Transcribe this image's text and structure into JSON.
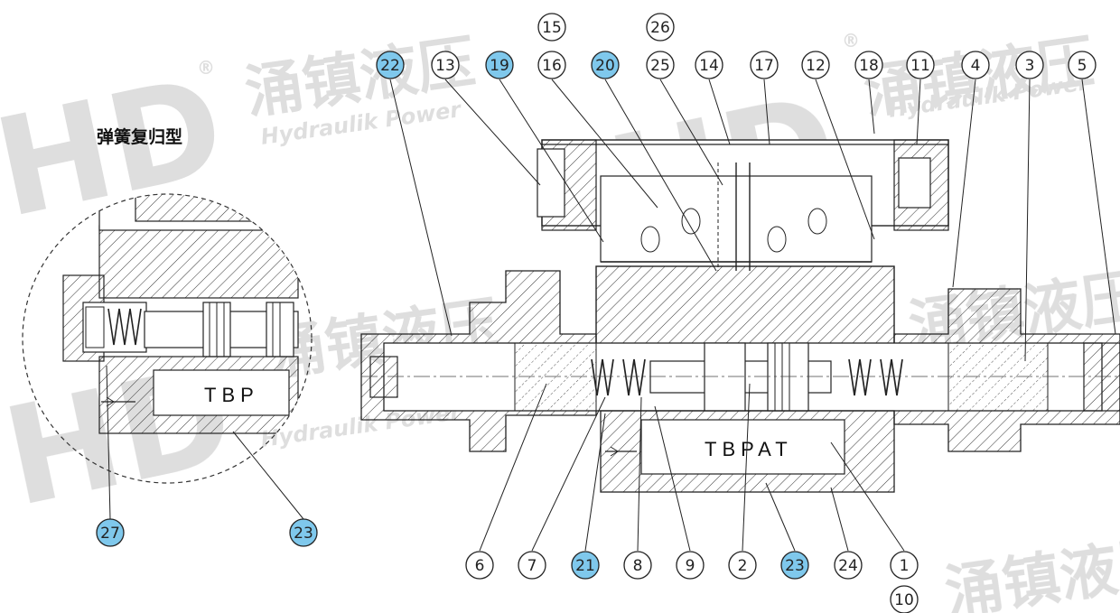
{
  "inset_title": "弹簧复归型",
  "port_label_main": "TBPAT",
  "port_label_inset": "TBP",
  "watermark": {
    "brand": "涌镇液压",
    "sub": "Hydraulik Power",
    "logo": "HD",
    "registered": "®"
  },
  "colors": {
    "highlight_fill": "#7fc8ec",
    "line": "#222222",
    "watermark": "#d9d9d9"
  },
  "balloons": [
    {
      "id": "b22",
      "label": "22",
      "highlight": true
    },
    {
      "id": "b13",
      "label": "13",
      "highlight": false
    },
    {
      "id": "b19",
      "label": "19",
      "highlight": true
    },
    {
      "id": "b15",
      "label": "15",
      "highlight": false
    },
    {
      "id": "b16",
      "label": "16",
      "highlight": false
    },
    {
      "id": "b20",
      "label": "20",
      "highlight": true
    },
    {
      "id": "b26",
      "label": "26",
      "highlight": false
    },
    {
      "id": "b25",
      "label": "25",
      "highlight": false
    },
    {
      "id": "b14",
      "label": "14",
      "highlight": false
    },
    {
      "id": "b17",
      "label": "17",
      "highlight": false
    },
    {
      "id": "b12",
      "label": "12",
      "highlight": false
    },
    {
      "id": "b18",
      "label": "18",
      "highlight": false
    },
    {
      "id": "b11",
      "label": "11",
      "highlight": false
    },
    {
      "id": "b4",
      "label": "4",
      "highlight": false
    },
    {
      "id": "b3",
      "label": "3",
      "highlight": false
    },
    {
      "id": "b5",
      "label": "5",
      "highlight": false
    },
    {
      "id": "b6",
      "label": "6",
      "highlight": false
    },
    {
      "id": "b7",
      "label": "7",
      "highlight": false
    },
    {
      "id": "b21",
      "label": "21",
      "highlight": true
    },
    {
      "id": "b8",
      "label": "8",
      "highlight": false
    },
    {
      "id": "b9",
      "label": "9",
      "highlight": false
    },
    {
      "id": "b2",
      "label": "2",
      "highlight": false
    },
    {
      "id": "b23",
      "label": "23",
      "highlight": true
    },
    {
      "id": "b24",
      "label": "24",
      "highlight": false
    },
    {
      "id": "b1",
      "label": "1",
      "highlight": false
    },
    {
      "id": "b10",
      "label": "10",
      "highlight": false
    },
    {
      "id": "b27",
      "label": "27",
      "highlight": true
    },
    {
      "id": "b23i",
      "label": "23",
      "highlight": true
    }
  ]
}
